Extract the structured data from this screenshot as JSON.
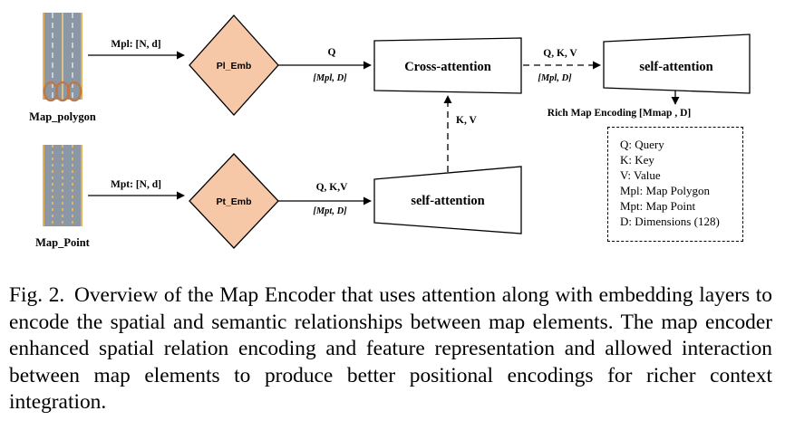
{
  "inputs": {
    "polygon": {
      "label": "Map_polygon",
      "arrow_label": "Mpl: [N, d]"
    },
    "point": {
      "label": "Map_Point",
      "arrow_label": "Mpt: [N, d]"
    }
  },
  "embeddings": {
    "pl": "Pl_Emb",
    "pt": "Pt_Emb"
  },
  "blocks": {
    "cross_attention": "Cross-attention",
    "self_attention_top": "self-attention",
    "self_attention_bottom": "self-attention"
  },
  "edges": {
    "pl_to_cross_top": "Q",
    "pl_to_cross_bottom": "[Mpl, D]",
    "pt_to_self_top": "Q, K,V",
    "pt_to_self_bottom": "[Mpt, D]",
    "self_to_cross": "K, V",
    "cross_to_self_top": "Q, K, V",
    "cross_to_self_bottom": "[Mpl, D]",
    "output": "Rich Map Encoding  [Mmap , D]"
  },
  "legend": {
    "q": "Q: Query",
    "k": "K: Key",
    "v": "V: Value",
    "mpl": "Mpl: Map Polygon",
    "mpt": "Mpt: Map Point",
    "d": "D: Dimensions (128)"
  },
  "caption": {
    "fig": "Fig. 2.",
    "text": "Overview of the Map Encoder that uses attention along with embedding layers to encode the spatial and semantic relationships between map elements. The map encoder enhanced spatial relation encoding and feature representation and allowed interaction between map elements to produce better positional encodings for richer context integration."
  },
  "colors": {
    "diamond_fill": "#f6c8a8",
    "road_fill": "#8c97a6",
    "road_edge": "#e3b25a",
    "ring": "#b87a4a"
  }
}
